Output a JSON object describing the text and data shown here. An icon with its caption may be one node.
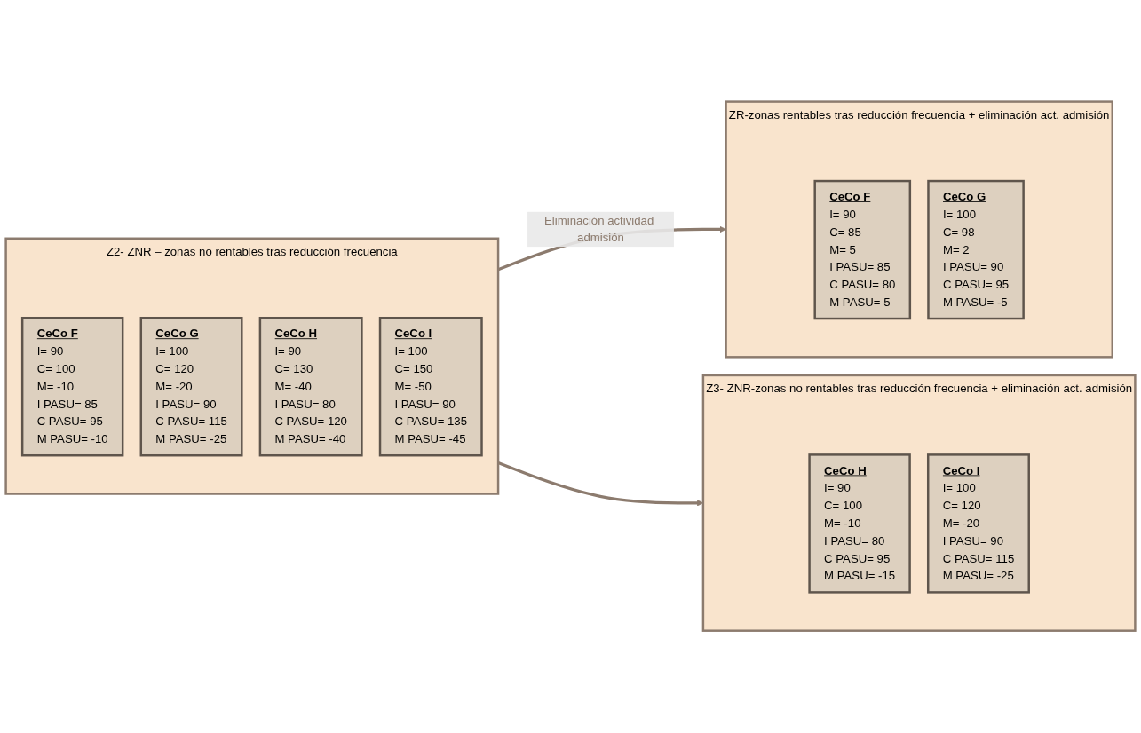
{
  "diagram": {
    "nodes": [
      {
        "text": [
          "Z2- ZNR – zonas no rentables tras reducción frecuencia"
        ]
      },
      {
        "text": [
          "CeCo F",
          "I= 90",
          "C= 100",
          "M= -10",
          "I PASU= 85",
          "C PASU= 95",
          "M PASU= -10"
        ],
        "in": 0
      },
      {
        "text": [
          "CeCo G",
          "I= 100",
          "C= 120",
          "M= -20",
          "I PASU= 90",
          "C PASU= 115",
          "M PASU= -25"
        ],
        "in": 0
      },
      {
        "text": [
          "CeCo H",
          "I= 90",
          "C= 130",
          "M= -40",
          "I PASU= 80",
          "C PASU= 120",
          "M PASU= -40"
        ],
        "in": 0
      },
      {
        "text": [
          "CeCo I",
          "I= 100",
          "C= 150",
          "M= -50",
          "I PASU= 90",
          "C PASU= 135",
          "M PASU= -45"
        ],
        "in": 0
      },
      {
        "text": [
          "ZR-zonas rentables tras reducción frecuencia + eliminación act. admisión"
        ]
      },
      {
        "text": [
          "CeCo F",
          "I= 90",
          "C= 85",
          "M= 5",
          "I PASU= 85",
          "C PASU= 80",
          "M PASU= 5"
        ],
        "in": 5
      },
      {
        "text": [
          "CeCo G",
          "I= 100",
          "C= 98",
          "M= 2",
          "I PASU= 90",
          "C PASU= 95",
          "M PASU= -5"
        ],
        "in": 5
      },
      {
        "text": [
          "Z3- ZNR-zonas no rentables tras reducción frecuencia + eliminación act. admisión"
        ]
      },
      {
        "text": [
          "CeCo H",
          "I= 90",
          "C= 100",
          "M= -10",
          "I PASU= 80",
          "C PASU= 95",
          "M PASU= -15"
        ],
        "in": 8
      },
      {
        "text": [
          "CeCo I",
          "I= 100",
          "C= 120",
          "M= -20",
          "I PASU= 90",
          "C PASU= 115",
          "M PASU= -25"
        ],
        "in": 8
      }
    ],
    "edges": [
      {
        "from": 0,
        "to": 5,
        "arrow": "to",
        "label": "Eliminación actividad admisión"
      },
      {
        "from": 0,
        "to": 8,
        "arrow": "to"
      }
    ]
  }
}
